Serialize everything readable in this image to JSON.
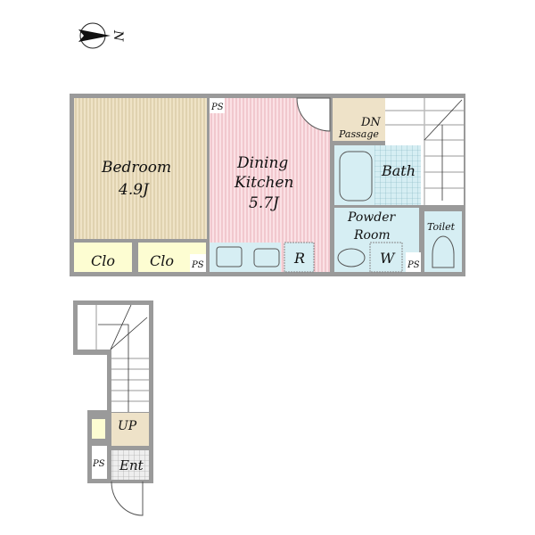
{
  "compass": {
    "label": "N"
  },
  "rooms": {
    "bedroom": {
      "name": "Bedroom",
      "size": "4.9J"
    },
    "dining": {
      "name1": "Dining",
      "name2": "Kitchen",
      "size": "5.7J"
    },
    "closet1": "Clo",
    "closet2": "Clo",
    "ps_top": "PS",
    "ps_clo": "PS",
    "ps_powder": "PS",
    "ps_lower": "PS",
    "fridge": "R",
    "passage_dn": "DN",
    "passage": "Passage",
    "bath": "Bath",
    "powder1": "Powder",
    "powder2": "Room",
    "washer": "W",
    "toilet": "Toilet",
    "up": "UP",
    "entrance": "Ent"
  },
  "colors": {
    "wall": "#9a9a9a",
    "bedroom": "#efe3c6",
    "dining": "#fbe1e5",
    "closet": "#fdfdd2",
    "wet": "#d6eef3",
    "passage": "#eee2c8"
  }
}
